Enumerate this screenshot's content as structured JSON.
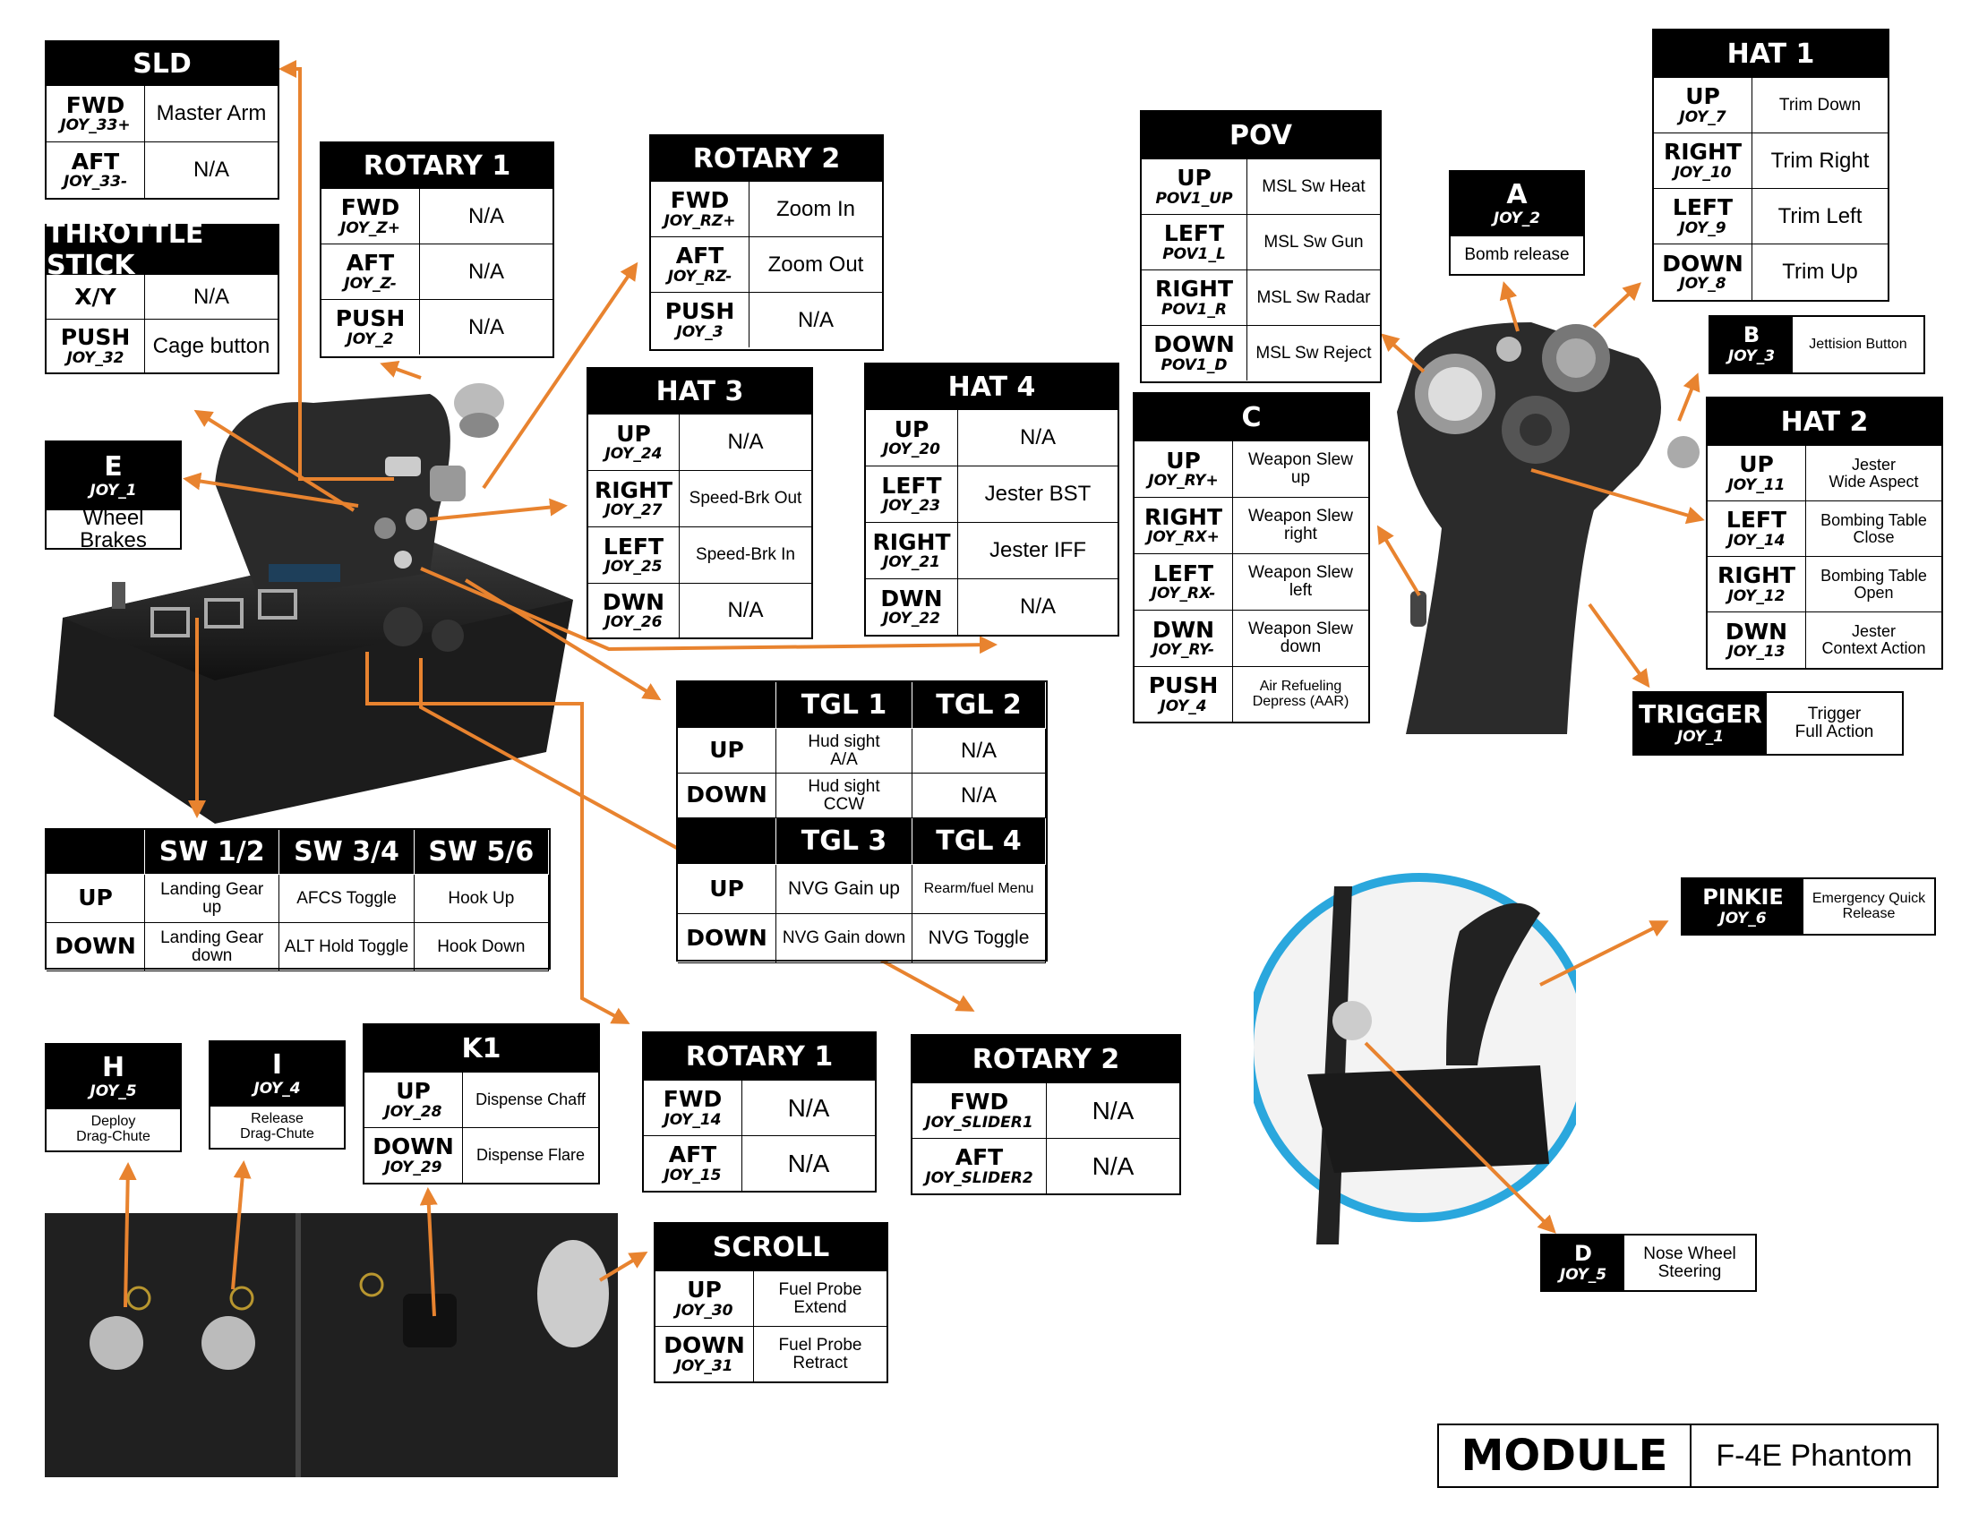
{
  "colors": {
    "arrow": "#e8832f",
    "ring": "#2aa7dd",
    "header": "#000000"
  },
  "sld": {
    "title": "SLD",
    "rows": [
      {
        "key": "FWD",
        "joy": "JOY_33+",
        "val": "Master Arm"
      },
      {
        "key": "AFT",
        "joy": "JOY_33-",
        "val": "N/A"
      }
    ]
  },
  "throttle_stick": {
    "title": "THROTTLE STICK",
    "rows": [
      {
        "key": "X/Y",
        "joy": "",
        "val": "N/A"
      },
      {
        "key": "PUSH",
        "joy": "JOY_32",
        "val": "Cage button"
      }
    ]
  },
  "e": {
    "title": "E",
    "joy": "JOY_1",
    "val": "Wheel Brakes"
  },
  "rotary1_top": {
    "title": "ROTARY 1",
    "rows": [
      {
        "key": "FWD",
        "joy": "JOY_Z+",
        "val": "N/A"
      },
      {
        "key": "AFT",
        "joy": "JOY_Z-",
        "val": "N/A"
      },
      {
        "key": "PUSH",
        "joy": "JOY_2",
        "val": "N/A"
      }
    ]
  },
  "rotary2_top": {
    "title": "ROTARY 2",
    "rows": [
      {
        "key": "FWD",
        "joy": "JOY_RZ+",
        "val": "Zoom In"
      },
      {
        "key": "AFT",
        "joy": "JOY_RZ-",
        "val": "Zoom Out"
      },
      {
        "key": "PUSH",
        "joy": "JOY_3",
        "val": "N/A"
      }
    ]
  },
  "hat3": {
    "title": "HAT 3",
    "rows": [
      {
        "key": "UP",
        "joy": "JOY_24",
        "val": "N/A"
      },
      {
        "key": "RIGHT",
        "joy": "JOY_27",
        "val": "Speed-Brk Out"
      },
      {
        "key": "LEFT",
        "joy": "JOY_25",
        "val": "Speed-Brk In"
      },
      {
        "key": "DWN",
        "joy": "JOY_26",
        "val": "N/A"
      }
    ]
  },
  "hat4": {
    "title": "HAT 4",
    "rows": [
      {
        "key": "UP",
        "joy": "JOY_20",
        "val": "N/A"
      },
      {
        "key": "LEFT",
        "joy": "JOY_23",
        "val": "Jester BST"
      },
      {
        "key": "RIGHT",
        "joy": "JOY_21",
        "val": "Jester IFF"
      },
      {
        "key": "DWN",
        "joy": "JOY_22",
        "val": "N/A"
      }
    ]
  },
  "pov": {
    "title": "POV",
    "rows": [
      {
        "key": "UP",
        "joy": "POV1_UP",
        "val": "MSL Sw Heat"
      },
      {
        "key": "LEFT",
        "joy": "POV1_L",
        "val": "MSL Sw Gun"
      },
      {
        "key": "RIGHT",
        "joy": "POV1_R",
        "val": "MSL Sw Radar"
      },
      {
        "key": "DOWN",
        "joy": "POV1_D",
        "val": "MSL Sw Reject"
      }
    ]
  },
  "c": {
    "title": "C",
    "rows": [
      {
        "key": "UP",
        "joy": "JOY_RY+",
        "val": "Weapon Slew\nup"
      },
      {
        "key": "RIGHT",
        "joy": "JOY_RX+",
        "val": "Weapon Slew\nright"
      },
      {
        "key": "LEFT",
        "joy": "JOY_RX-",
        "val": "Weapon Slew\nleft"
      },
      {
        "key": "DWN",
        "joy": "JOY_RY-",
        "val": "Weapon Slew\ndown"
      },
      {
        "key": "PUSH",
        "joy": "JOY_4",
        "val": "Air Refueling\nDepress (AAR)"
      }
    ]
  },
  "a": {
    "title": "A",
    "joy": "JOY_2",
    "val": "Bomb release"
  },
  "hat1": {
    "title": "HAT 1",
    "rows": [
      {
        "key": "UP",
        "joy": "JOY_7",
        "val": "Trim Down"
      },
      {
        "key": "RIGHT",
        "joy": "JOY_10",
        "val": "Trim Right"
      },
      {
        "key": "LEFT",
        "joy": "JOY_9",
        "val": "Trim Left"
      },
      {
        "key": "DOWN",
        "joy": "JOY_8",
        "val": "Trim Up"
      }
    ]
  },
  "b": {
    "title": "B",
    "joy": "JOY_3",
    "val": "Jettision Button"
  },
  "hat2": {
    "title": "HAT 2",
    "rows": [
      {
        "key": "UP",
        "joy": "JOY_11",
        "val": "Jester\nWide Aspect"
      },
      {
        "key": "LEFT",
        "joy": "JOY_14",
        "val": "Bombing Table\nClose"
      },
      {
        "key": "RIGHT",
        "joy": "JOY_12",
        "val": "Bombing Table\nOpen"
      },
      {
        "key": "DWN",
        "joy": "JOY_13",
        "val": "Jester\nContext Action"
      }
    ]
  },
  "trigger": {
    "title": "TRIGGER",
    "joy": "JOY_1",
    "val": "Trigger\nFull Action"
  },
  "switches": {
    "headers": [
      "SW 1/2",
      "SW 3/4",
      "SW 5/6"
    ],
    "rows": [
      {
        "key": "UP",
        "vals": [
          "Landing Gear\nup",
          "AFCS Toggle",
          "Hook Up"
        ]
      },
      {
        "key": "DOWN",
        "vals": [
          "Landing Gear\ndown",
          "ALT Hold Toggle",
          "Hook Down"
        ]
      }
    ]
  },
  "tgl12": {
    "headers": [
      "TGL 1",
      "TGL 2"
    ],
    "rows": [
      {
        "key": "UP",
        "vals": [
          "Hud sight\nA/A",
          "N/A"
        ]
      },
      {
        "key": "DOWN",
        "vals": [
          "Hud sight\nCCW",
          "N/A"
        ]
      }
    ]
  },
  "tgl34": {
    "headers": [
      "TGL 3",
      "TGL 4"
    ],
    "rows": [
      {
        "key": "UP",
        "vals": [
          "NVG Gain up",
          "Rearm/fuel Menu"
        ]
      },
      {
        "key": "DOWN",
        "vals": [
          "NVG Gain down",
          "NVG Toggle"
        ]
      }
    ]
  },
  "h": {
    "title": "H",
    "joy": "JOY_5",
    "val": "Deploy\nDrag-Chute"
  },
  "i": {
    "title": "I",
    "joy": "JOY_4",
    "val": "Release\nDrag-Chute"
  },
  "k1": {
    "title": "K1",
    "rows": [
      {
        "key": "UP",
        "joy": "JOY_28",
        "val": "Dispense Chaff"
      },
      {
        "key": "DOWN",
        "joy": "JOY_29",
        "val": "Dispense Flare"
      }
    ]
  },
  "rotary1_bot": {
    "title": "ROTARY 1",
    "rows": [
      {
        "key": "FWD",
        "joy": "JOY_14",
        "val": "N/A"
      },
      {
        "key": "AFT",
        "joy": "JOY_15",
        "val": "N/A"
      }
    ]
  },
  "rotary2_bot": {
    "title": "ROTARY 2",
    "rows": [
      {
        "key": "FWD",
        "joy": "JOY_SLIDER1",
        "val": "N/A"
      },
      {
        "key": "AFT",
        "joy": "JOY_SLIDER2",
        "val": "N/A"
      }
    ]
  },
  "scroll": {
    "title": "SCROLL",
    "rows": [
      {
        "key": "UP",
        "joy": "JOY_30",
        "val": "Fuel Probe\nExtend"
      },
      {
        "key": "DOWN",
        "joy": "JOY_31",
        "val": "Fuel Probe\nRetract"
      }
    ]
  },
  "pinkie": {
    "title": "PINKIE",
    "joy": "JOY_6",
    "val": "Emergency Quick\nRelease"
  },
  "d": {
    "title": "D",
    "joy": "JOY_5",
    "val": "Nose Wheel\nSteering"
  },
  "module": {
    "label": "MODULE",
    "value": "F-4E Phantom"
  },
  "icons": [
    "throttle-photo",
    "joystick-photo",
    "pinkie-closeup-photo",
    "throttle-side-photo",
    "arrow-icon"
  ]
}
